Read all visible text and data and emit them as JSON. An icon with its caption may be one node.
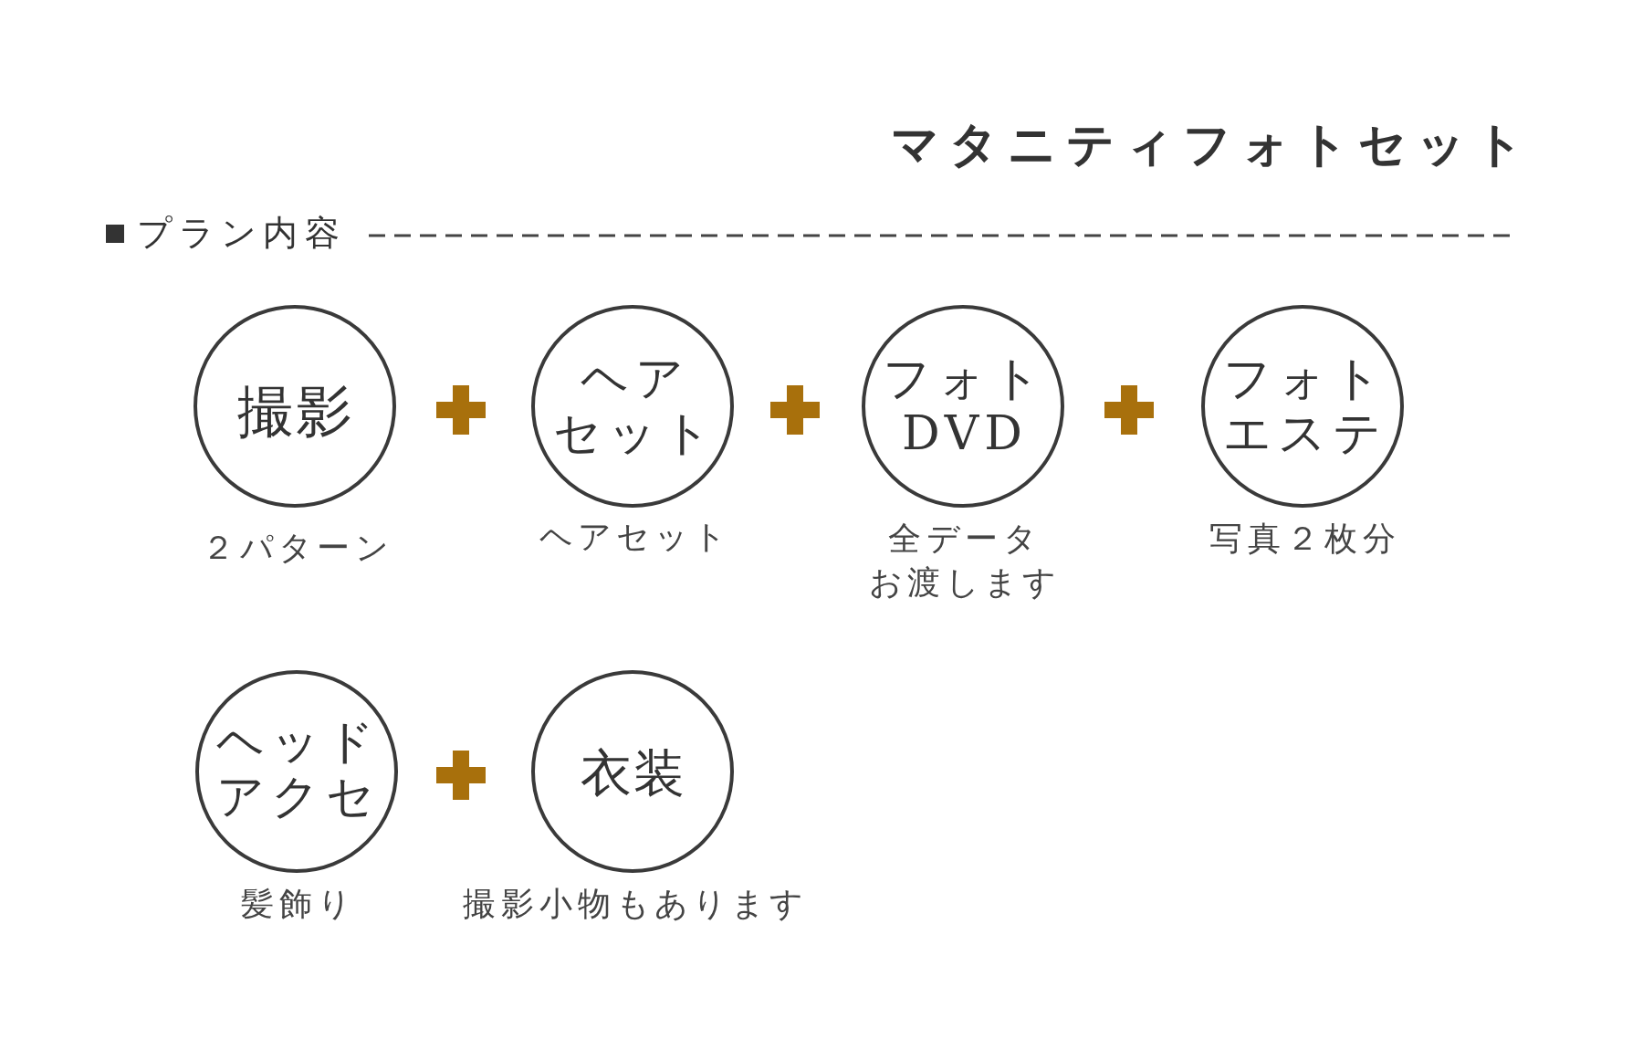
{
  "diagram": {
    "title": "マタニティフォトセット",
    "nodes": [
      {
        "text": [
          "撮影"
        ],
        "beside": [
          "２パターン"
        ]
      },
      {
        "text": [
          "ヘアセット"
        ],
        "beside": [
          "ヘアセット"
        ]
      },
      {
        "text": [
          "フォトDVD"
        ],
        "beside": [
          "全データお渡します"
        ]
      },
      {
        "text": [
          "フォトエステ"
        ],
        "beside": [
          "写真２枚分"
        ]
      },
      {
        "text": [
          "ヘッドアクセ"
        ],
        "beside": [
          "髪飾り"
        ]
      },
      {
        "text": [
          "衣装"
        ],
        "beside": [
          "撮影小物もあります"
        ]
      }
    ],
    "labels": [
      "プラン内容"
    ]
  }
}
